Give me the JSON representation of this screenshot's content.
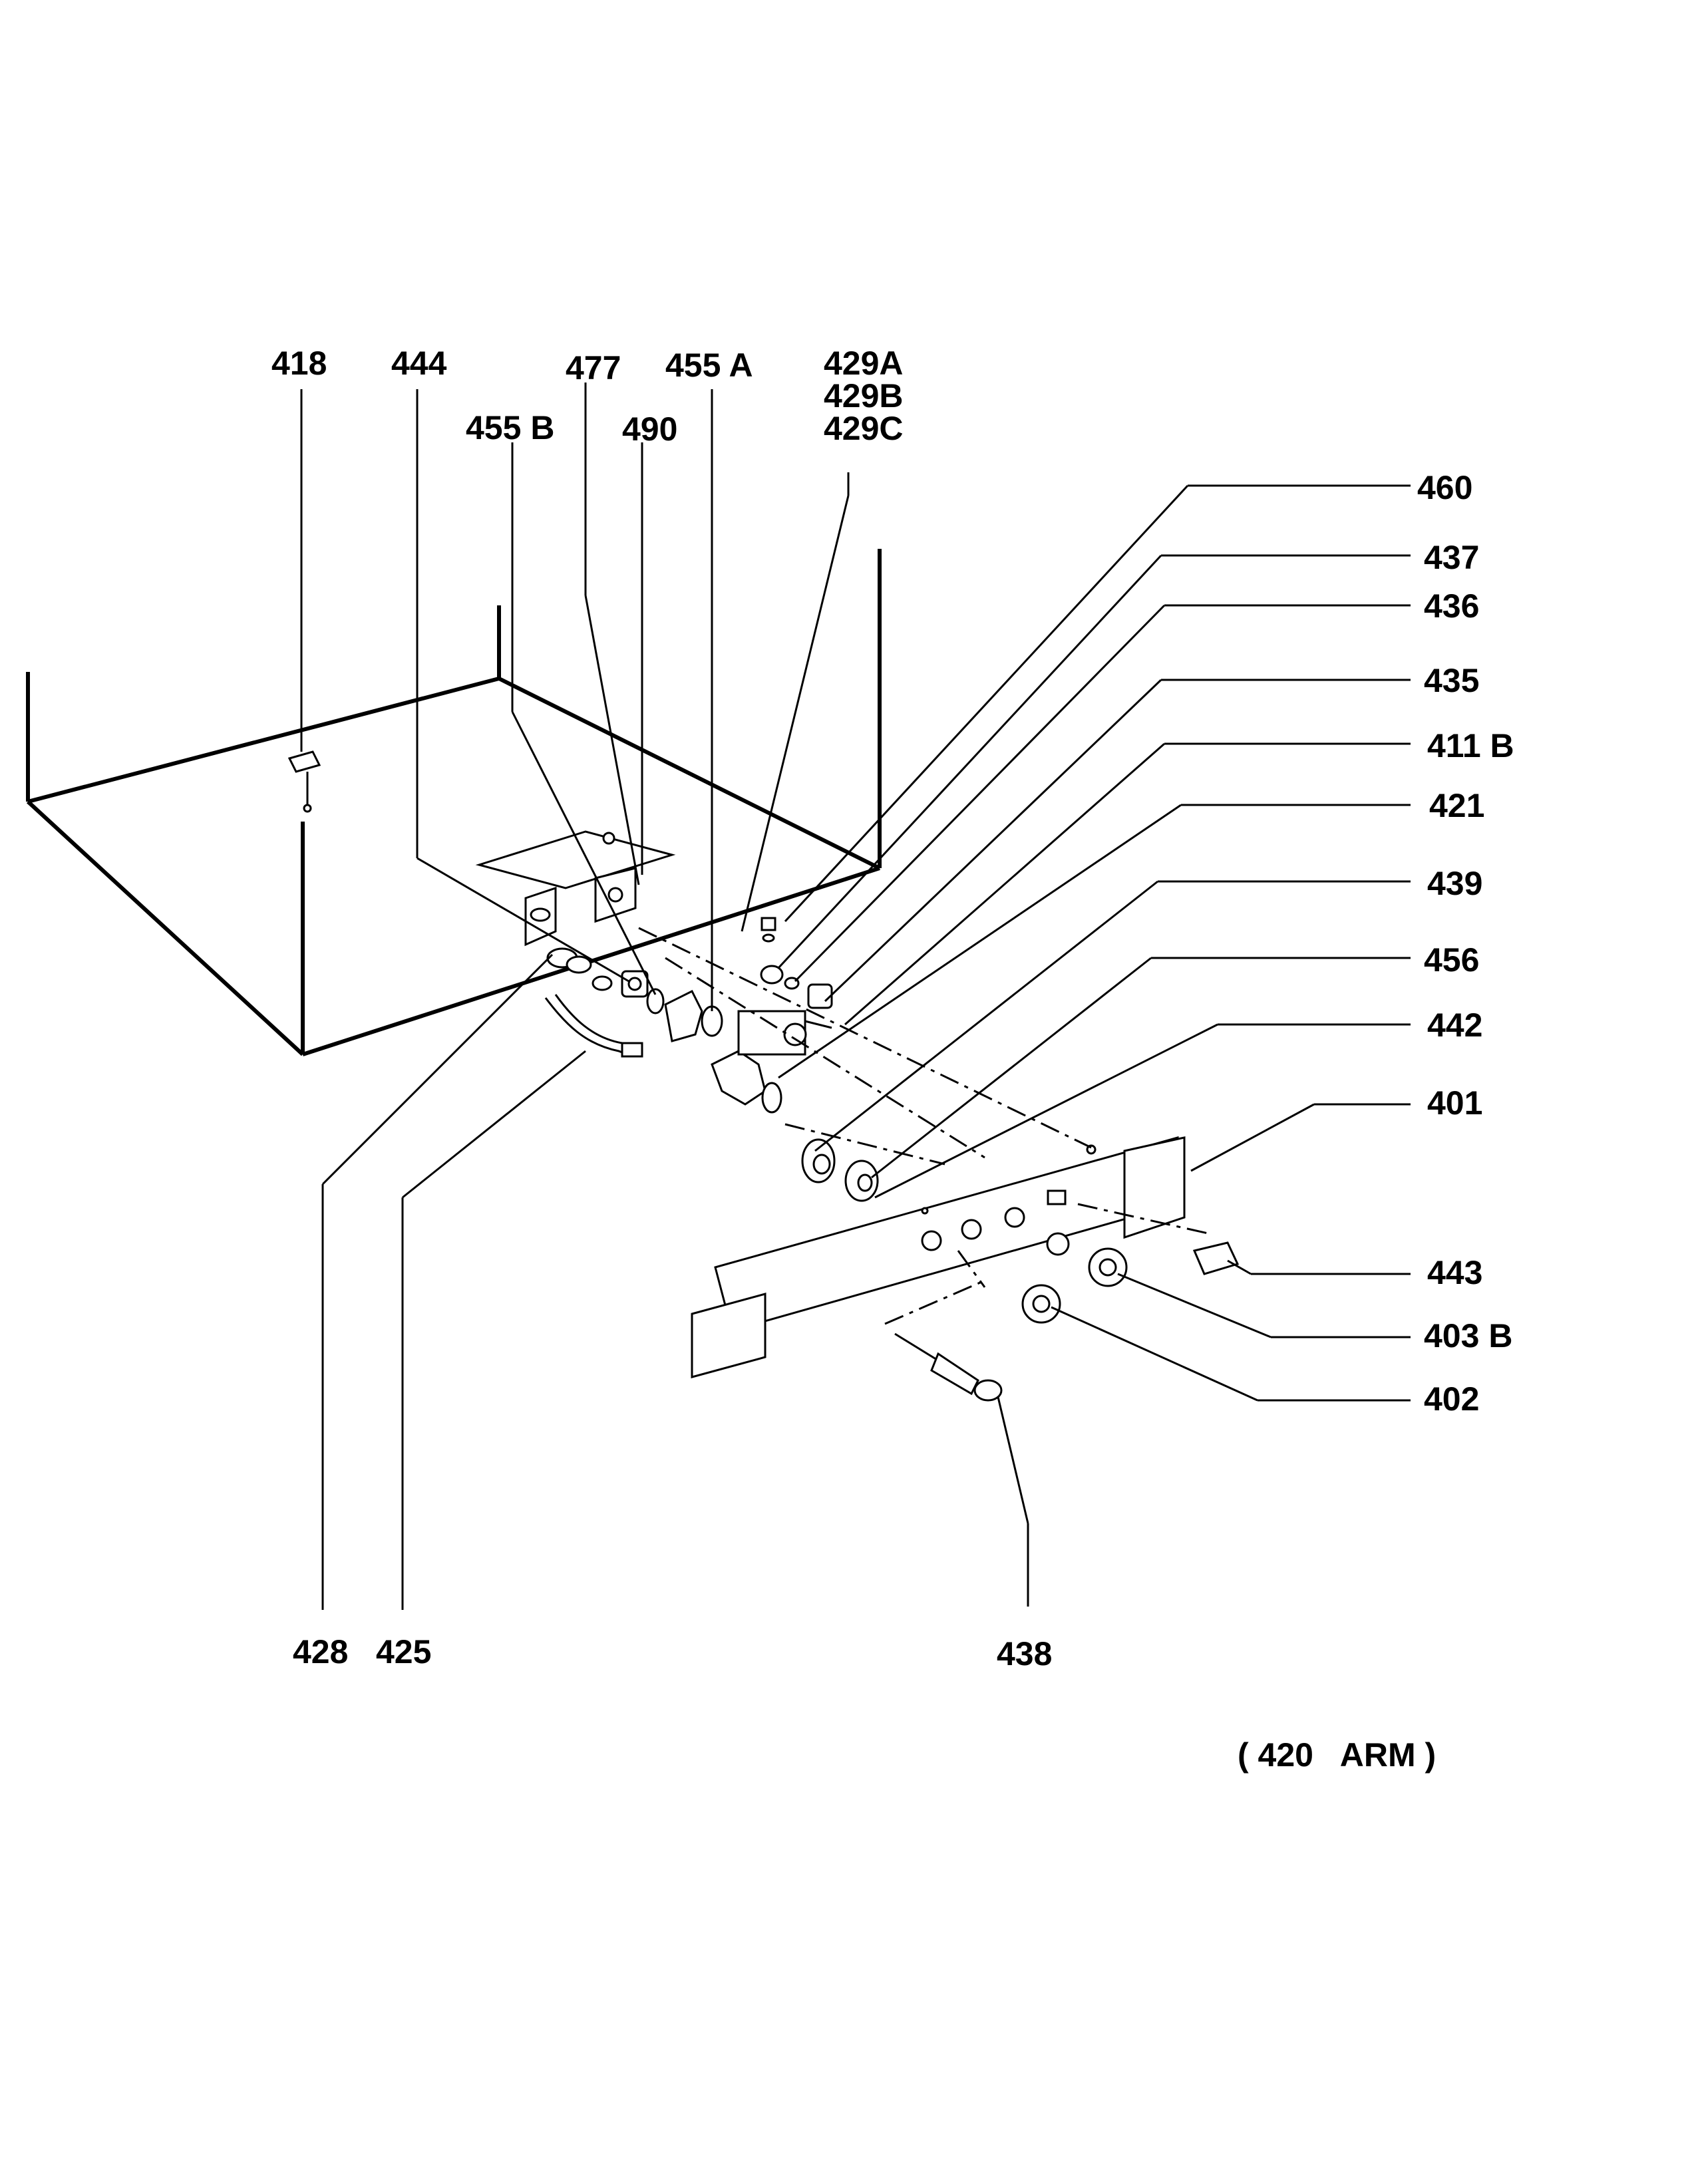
{
  "diagram": {
    "caption": "( 420   ARM )",
    "callouts": {
      "c418": "418",
      "c444": "444",
      "c477": "477",
      "c455a": "455 A",
      "c429a": "429A",
      "c429b": "429B",
      "c429c": "429C",
      "c455b": "455 B",
      "c490": "490",
      "c460": "460",
      "c437": "437",
      "c436": "436",
      "c435": "435",
      "c411b": "411 B",
      "c421": "421",
      "c439": "439",
      "c456": "456",
      "c442": "442",
      "c401": "401",
      "c443": "443",
      "c403b": "403 B",
      "c402": "402",
      "c428": "428",
      "c425": "425",
      "c438": "438"
    }
  }
}
